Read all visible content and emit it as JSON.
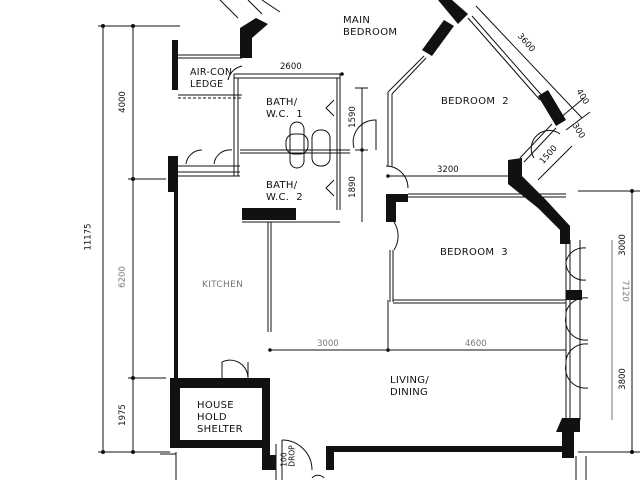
{
  "plan": {
    "type": "floor-plan",
    "rooms": [
      {
        "id": "main-bedroom",
        "label": "MAIN\nBEDROOM"
      },
      {
        "id": "bedroom-2",
        "label": "BEDROOM  2"
      },
      {
        "id": "bedroom-3",
        "label": "BEDROOM  3"
      },
      {
        "id": "bath-wc-1",
        "label": "BATH/\nW.C.  1"
      },
      {
        "id": "bath-wc-2",
        "label": "BATH/\nW.C.  2"
      },
      {
        "id": "aircon-ledge",
        "label": "AIR-CON\nLEDGE"
      },
      {
        "id": "kitchen",
        "label": "KITCHEN"
      },
      {
        "id": "living-dining",
        "label": "LIVING/\nDINING"
      },
      {
        "id": "household-shelter",
        "label": "HOUSE\nHOLD\nSHELTER"
      },
      {
        "id": "refuse-chute",
        "label": "100\nDROP"
      }
    ],
    "dimensions": {
      "left_total": "11175",
      "left_top": "4000",
      "left_middle": "6200",
      "left_bottom": "1975",
      "top_2600": "2600",
      "bath1_height": "1590",
      "bath2_height": "1890",
      "bedroom3_width": "3200",
      "bedroom2_window": "3600",
      "bay_400": "400",
      "bay_300": "300",
      "bay_1500": "1500",
      "kitchen_width": "3000",
      "living_width": "4600",
      "right_total": "7120",
      "right_top": "3000",
      "right_bottom": "3800"
    }
  }
}
